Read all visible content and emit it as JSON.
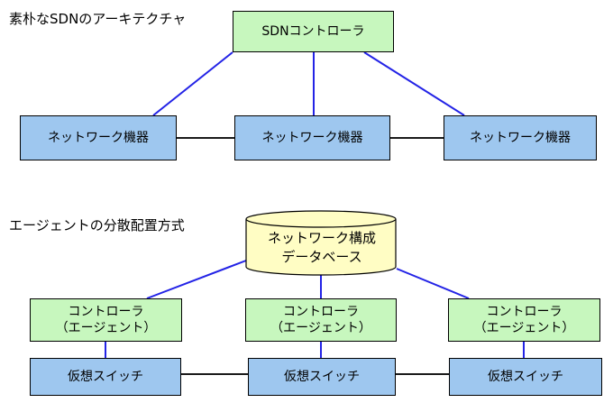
{
  "top_section": {
    "title": "素朴なSDNのアーキテクチャ",
    "controller": "SDNコントローラ",
    "devices": [
      "ネットワーク機器",
      "ネットワーク機器",
      "ネットワーク機器"
    ]
  },
  "bottom_section": {
    "title": "エージェントの分散配置方式",
    "database": {
      "line1": "ネットワーク構成",
      "line2": "データベース"
    },
    "controllers": [
      {
        "line1": "コントローラ",
        "line2": "（エージェント）"
      },
      {
        "line1": "コントローラ",
        "line2": "（エージェント）"
      },
      {
        "line1": "コントローラ",
        "line2": "（エージェント）"
      }
    ],
    "switches": [
      "仮想スイッチ",
      "仮想スイッチ",
      "仮想スイッチ"
    ]
  },
  "colors": {
    "device_fill": "#9ec7ef",
    "controller_fill": "#c7f7be",
    "database_fill": "#fffdc4",
    "link_blue": "#2323e6",
    "link_dark": "#1a1a1a",
    "outline": "#000000"
  }
}
